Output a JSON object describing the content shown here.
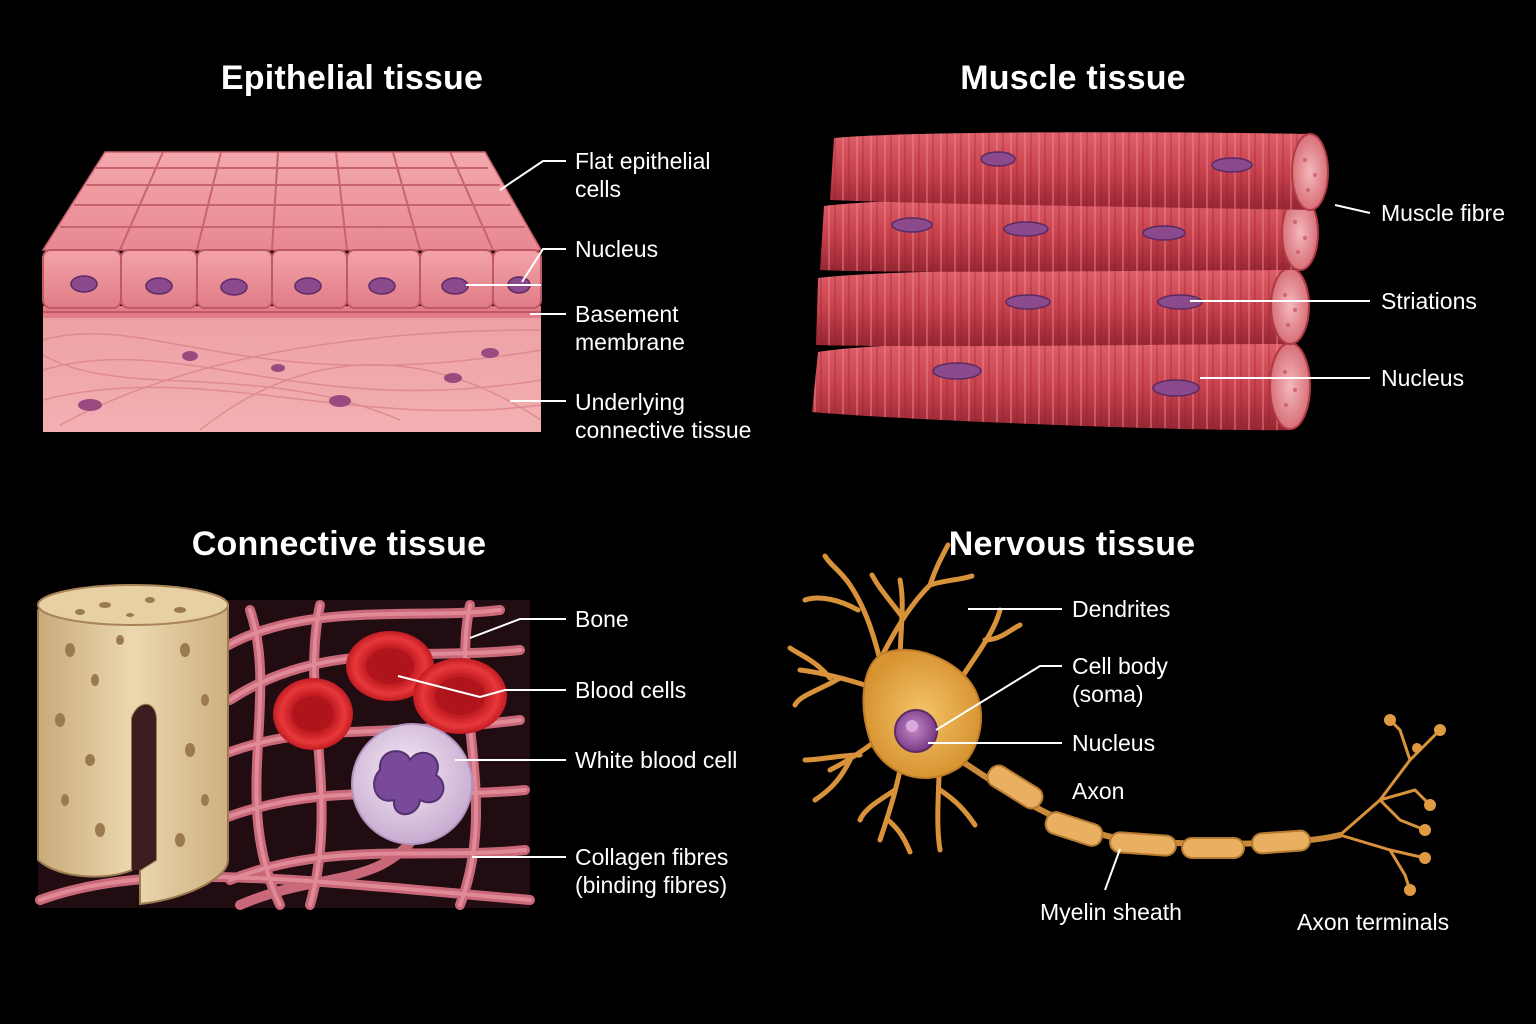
{
  "colors": {
    "background": "#000000",
    "epithelial": "#e8808c",
    "muscle": "#c8424e",
    "nucleus": "#8a4a8c",
    "bone": "#dcc49a",
    "blood_cell": "#d8282c",
    "neuron": "#e0a040"
  },
  "panels": {
    "epithelial": {
      "title": "Epithelial tissue",
      "labels": {
        "flat_cells": [
          "Flat epithelial",
          "cells"
        ],
        "nucleus": "Nucleus",
        "basement": [
          "Basement",
          "membrane"
        ],
        "underlying": [
          "Underlying",
          "connective tissue"
        ]
      }
    },
    "muscle": {
      "title": "Muscle tissue",
      "labels": {
        "fibre": "Muscle fibre",
        "striations": "Striations",
        "nucleus": "Nucleus"
      }
    },
    "connective": {
      "title": "Connective tissue",
      "labels": {
        "bone": "Bone",
        "blood": "Blood cells",
        "wbc": "White blood cell",
        "collagen": [
          "Collagen fibres",
          "(binding fibres)"
        ]
      }
    },
    "nervous": {
      "title": "Nervous tissue",
      "labels": {
        "dendrites": "Dendrites",
        "cell_body": [
          "Cell body",
          "(soma)"
        ],
        "nucleus": "Nucleus",
        "axon": "Axon",
        "myelin": "Myelin sheath",
        "terminals": "Axon terminals"
      }
    }
  }
}
